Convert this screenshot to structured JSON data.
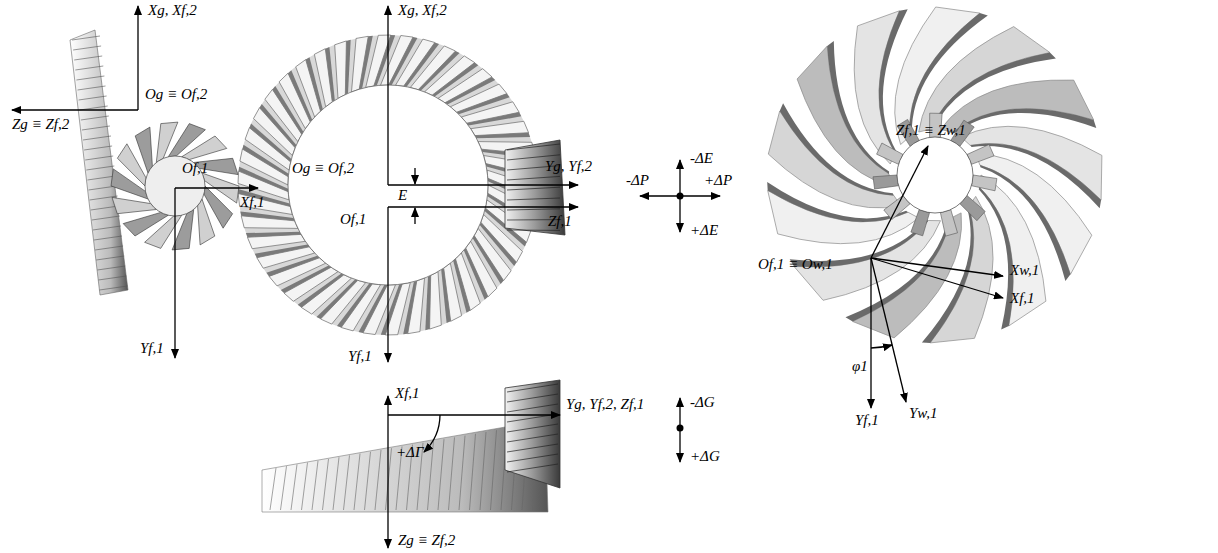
{
  "diagram": {
    "labels": [
      "Xg, Xf,2",
      "Og ≡ Of,2",
      "Zg ≡ Zf,2",
      "Of,1",
      "Xf,1",
      "Yf,1",
      "Xg, Xf,2",
      "Og ≡ Of,2",
      "Yg, Yf,2",
      "E",
      "Of,1",
      "Zf,1",
      "Yf,1",
      "-ΔE",
      "-ΔP",
      "+ΔP",
      "+ΔE",
      "Xf,1",
      "+ΔΓ",
      "Yg, Yf,2, Zf,1",
      "-ΔG",
      "+ΔG",
      "Zg ≡ Zf,2",
      "Zf,1 ≡ Zw,1",
      "Of,1 ≡ Ow,1",
      "Xw,1",
      "Xf,1",
      "φ1",
      "Yf,1",
      "Yw,1"
    ]
  }
}
